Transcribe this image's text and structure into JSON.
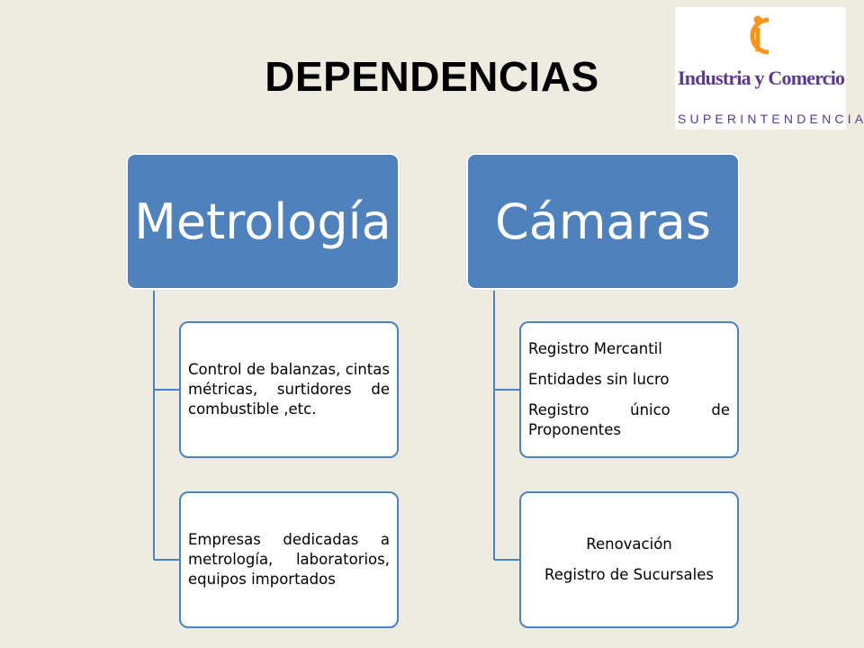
{
  "title": "DEPENDENCIAS",
  "logo": {
    "name": "Industria y Comercio",
    "subtitle": "SUPERINTENDENCIA",
    "colors": {
      "text": "#5b3a8c",
      "mark": "#f7941d"
    }
  },
  "colors": {
    "header": "#4f81bd",
    "border": "#4f81bd",
    "background": "#eeece1"
  },
  "columns": [
    {
      "header": "Metrología",
      "children": [
        {
          "text": "Control de balanzas, cintas métricas, surtidores de combustible ,etc."
        },
        {
          "text": "Empresas dedicadas a metrología, laboratorios, equipos importados"
        }
      ]
    },
    {
      "header": "Cámaras",
      "children": [
        {
          "lines": [
            "Registro Mercantil",
            "Entidades sin lucro",
            "Registro único de Proponentes"
          ]
        },
        {
          "lines": [
            "Renovación",
            "Registro de Sucursales"
          ]
        }
      ]
    }
  ]
}
